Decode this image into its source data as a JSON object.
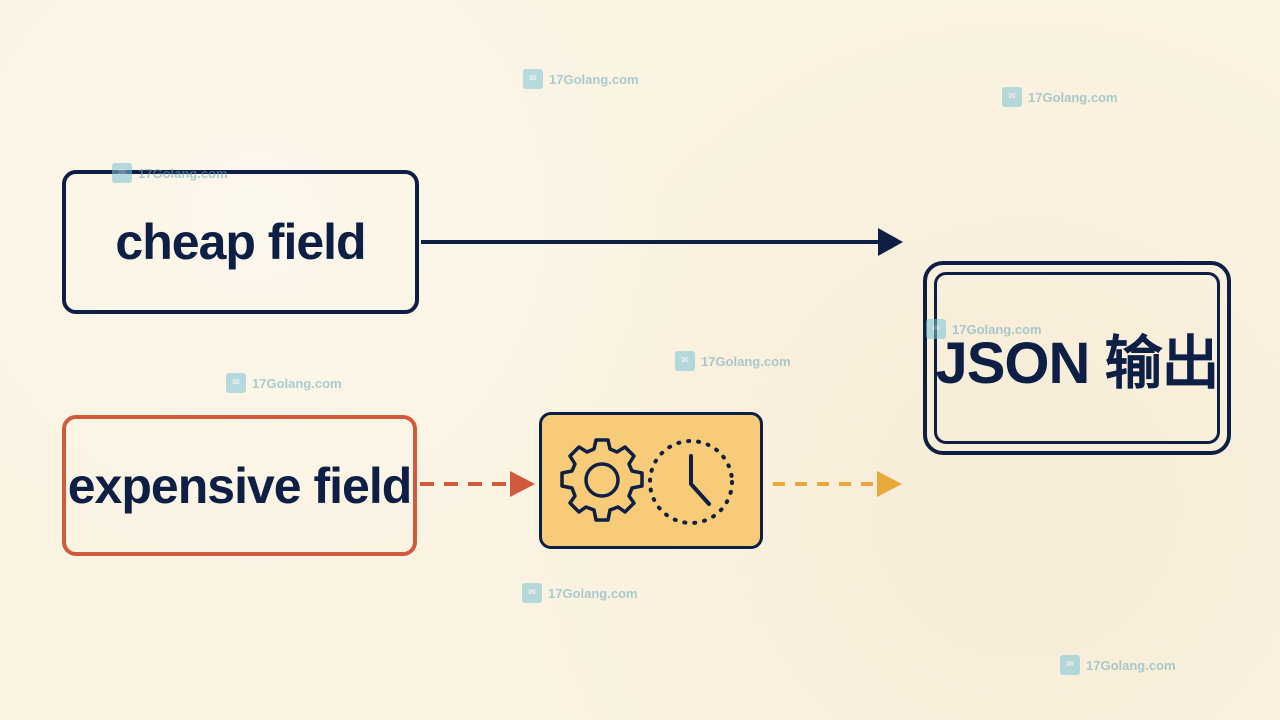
{
  "nodes": {
    "cheap": {
      "label": "cheap field"
    },
    "expensive": {
      "label": "expensive field"
    },
    "output": {
      "label": "JSON 输出"
    },
    "process": {
      "icons": [
        "gear-icon",
        "clock-icon"
      ]
    }
  },
  "edges": [
    {
      "from": "cheap",
      "to": "output",
      "style": "solid",
      "color": "#0e1f45"
    },
    {
      "from": "expensive",
      "to": "process",
      "style": "dashed",
      "color": "#cf5a3c"
    },
    {
      "from": "process",
      "to": "output",
      "style": "dashed",
      "color": "#e8a93a"
    }
  ],
  "colors": {
    "ink": "#0e1f45",
    "expensive_border": "#cf5a3c",
    "process_fill": "#f8cb78",
    "process_arrow": "#e8a93a",
    "background": "#fbf3e1"
  },
  "watermark": {
    "text": "17Golang.com",
    "logo_icon": "17golang-logo-icon"
  }
}
